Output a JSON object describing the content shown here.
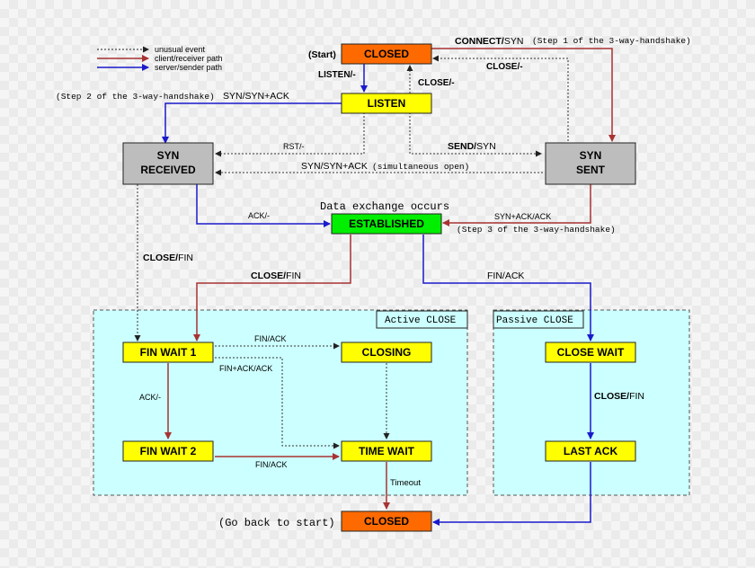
{
  "legend": {
    "unusual": "unusual event",
    "client": "client/receiver path",
    "server": "server/sender path"
  },
  "colors": {
    "client_path": "#a83232",
    "server_path": "#1a1acc",
    "unusual_path": "#333333",
    "closed_fill": "#ff6a00",
    "state_fill": "#ffff00",
    "established_fill": "#00ee00",
    "syn_fill": "#bdbdbd",
    "zone_fill": "#ccffff"
  },
  "states": {
    "closed_top": "CLOSED",
    "listen": "LISTEN",
    "syn_received_1": "SYN",
    "syn_received_2": "RECEIVED",
    "syn_sent_1": "SYN",
    "syn_sent_2": "SENT",
    "established": "ESTABLISHED",
    "fin_wait_1": "FIN WAIT 1",
    "fin_wait_2": "FIN WAIT 2",
    "closing": "CLOSING",
    "time_wait": "TIME WAIT",
    "close_wait": "CLOSE WAIT",
    "last_ack": "LAST ACK",
    "closed_bottom": "CLOSED"
  },
  "annotations": {
    "start": "(Start)",
    "go_back": "(Go back to start)",
    "data_exchange": "Data exchange occurs",
    "active_close": "Active CLOSE",
    "passive_close": "Passive CLOSE",
    "step1": "(Step 1 of the 3-way-handshake)",
    "step2": "(Step 2 of the 3-way-handshake)",
    "step3": "(Step 3 of the 3-way-handshake)",
    "simultaneous": "(simultaneous open)"
  },
  "transitions": {
    "connect_b": "CONNECT/",
    "connect_r": "SYN",
    "listen_b": "LISTEN/-",
    "close_listen_b": "CLOSE/-",
    "close_synsent": "CLOSE/-",
    "syn_synack": "SYN/SYN+ACK",
    "rst": "RST/-",
    "send_b": "SEND/",
    "send_r": "SYN",
    "syn_synack_sim": "SYN/SYN+ACK",
    "ack": "ACK/-",
    "synack_ack": "SYN+ACK/ACK",
    "close_fin_left_b": "CLOSE/",
    "close_fin_left_r": "FIN",
    "close_fin_mid_b": "CLOSE/",
    "close_fin_mid_r": "FIN",
    "fin_ack_est": "FIN/ACK",
    "fin_ack_fw1": "FIN/ACK",
    "finack_ack": "FIN+ACK/ACK",
    "ack_fw1": "ACK/-",
    "fin_ack_fw2": "FIN/ACK",
    "close_fin_cw_b": "CLOSE/",
    "close_fin_cw_r": "FIN",
    "timeout": "Timeout"
  }
}
